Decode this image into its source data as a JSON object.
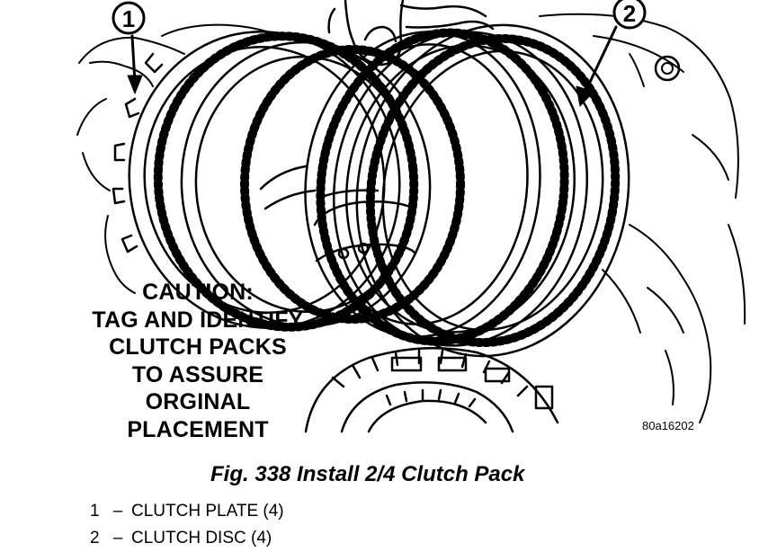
{
  "callouts": [
    {
      "number": "1"
    },
    {
      "number": "2"
    }
  ],
  "caution": {
    "lines": [
      "CAUTION:",
      "TAG AND IDENTIFY",
      "CLUTCH PACKS",
      "TO ASSURE",
      "ORGINAL",
      "PLACEMENT"
    ]
  },
  "image_code": "80a16202",
  "figure_title": "Fig. 338 Install 2/4 Clutch Pack",
  "legend": [
    {
      "number": "1",
      "dash": "–",
      "label": "CLUTCH PLATE (4)"
    },
    {
      "number": "2",
      "dash": "–",
      "label": "CLUTCH DISC (4)"
    }
  ]
}
